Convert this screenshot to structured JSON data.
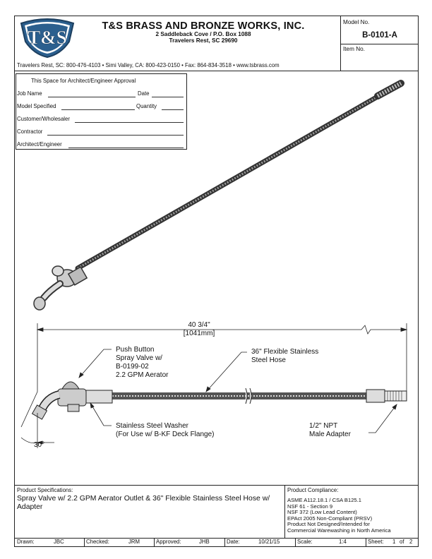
{
  "header": {
    "company_name": "T&S BRASS AND BRONZE WORKS, INC.",
    "address_line1": "2 Saddleback Cove / P.O. Box 1088",
    "address_line2": "Travelers Rest, SC  29690",
    "logo_text": "T&S",
    "contact_line": "Travelers Rest, SC: 800-476-4103 • Simi Valley, CA: 800-423-0150 • Fax: 864-834-3518 • www.tsbrass.com"
  },
  "model": {
    "model_no_label": "Model No.",
    "model_no": "B-0101-A",
    "item_no_label": "Item No."
  },
  "approval": {
    "title": "This Space for Architect/Engineer Approval",
    "fields": {
      "job_name": "Job Name",
      "date": "Date",
      "model_specified": "Model Specified",
      "quantity": "Quantity",
      "customer": "Customer/Wholesaler",
      "contractor": "Contractor",
      "architect": "Architect/Engineer"
    }
  },
  "drawing": {
    "dim_imperial": "40 3/4\"",
    "dim_metric": "[1041mm]",
    "angle": "30°",
    "callout_push_button": [
      "Push Button",
      "Spray Valve w/",
      "B-0199-02",
      "2.2 GPM Aerator"
    ],
    "callout_hose": [
      "36\" Flexible Stainless",
      "Steel Hose"
    ],
    "callout_washer": [
      "Stainless Steel Washer",
      "(For Use w/ B-KF Deck Flange)"
    ],
    "callout_adapter": [
      "1/2\" NPT",
      "Male Adapter"
    ]
  },
  "specifications": {
    "label": "Product Specifications:",
    "description": "Spray Valve w/ 2.2 GPM Aerator Outlet & 36\" Flexible Stainless Steel Hose w/ Adapter"
  },
  "compliance": {
    "label": "Product Compliance:",
    "items": [
      "ASME A112.18.1 / CSA B125.1",
      "NSF 61 - Section 9",
      "NSF 372 (Low Lead Content)",
      "EPAct 2005 Non-Compliant (PRSV)",
      "Product Not Designed/Intended for",
      "Commercial Warewashing in North America"
    ]
  },
  "title_block": {
    "drawn_label": "Drawn:",
    "drawn": "JBC",
    "checked_label": "Checked:",
    "checked": "JRM",
    "approved_label": "Approved:",
    "approved": "JHB",
    "date_label": "Date:",
    "date": "10/21/15",
    "scale_label": "Scale:",
    "scale": "1:4",
    "sheet_label": "Sheet:",
    "sheet": "1",
    "of_label": "of",
    "sheet_total": "2"
  }
}
